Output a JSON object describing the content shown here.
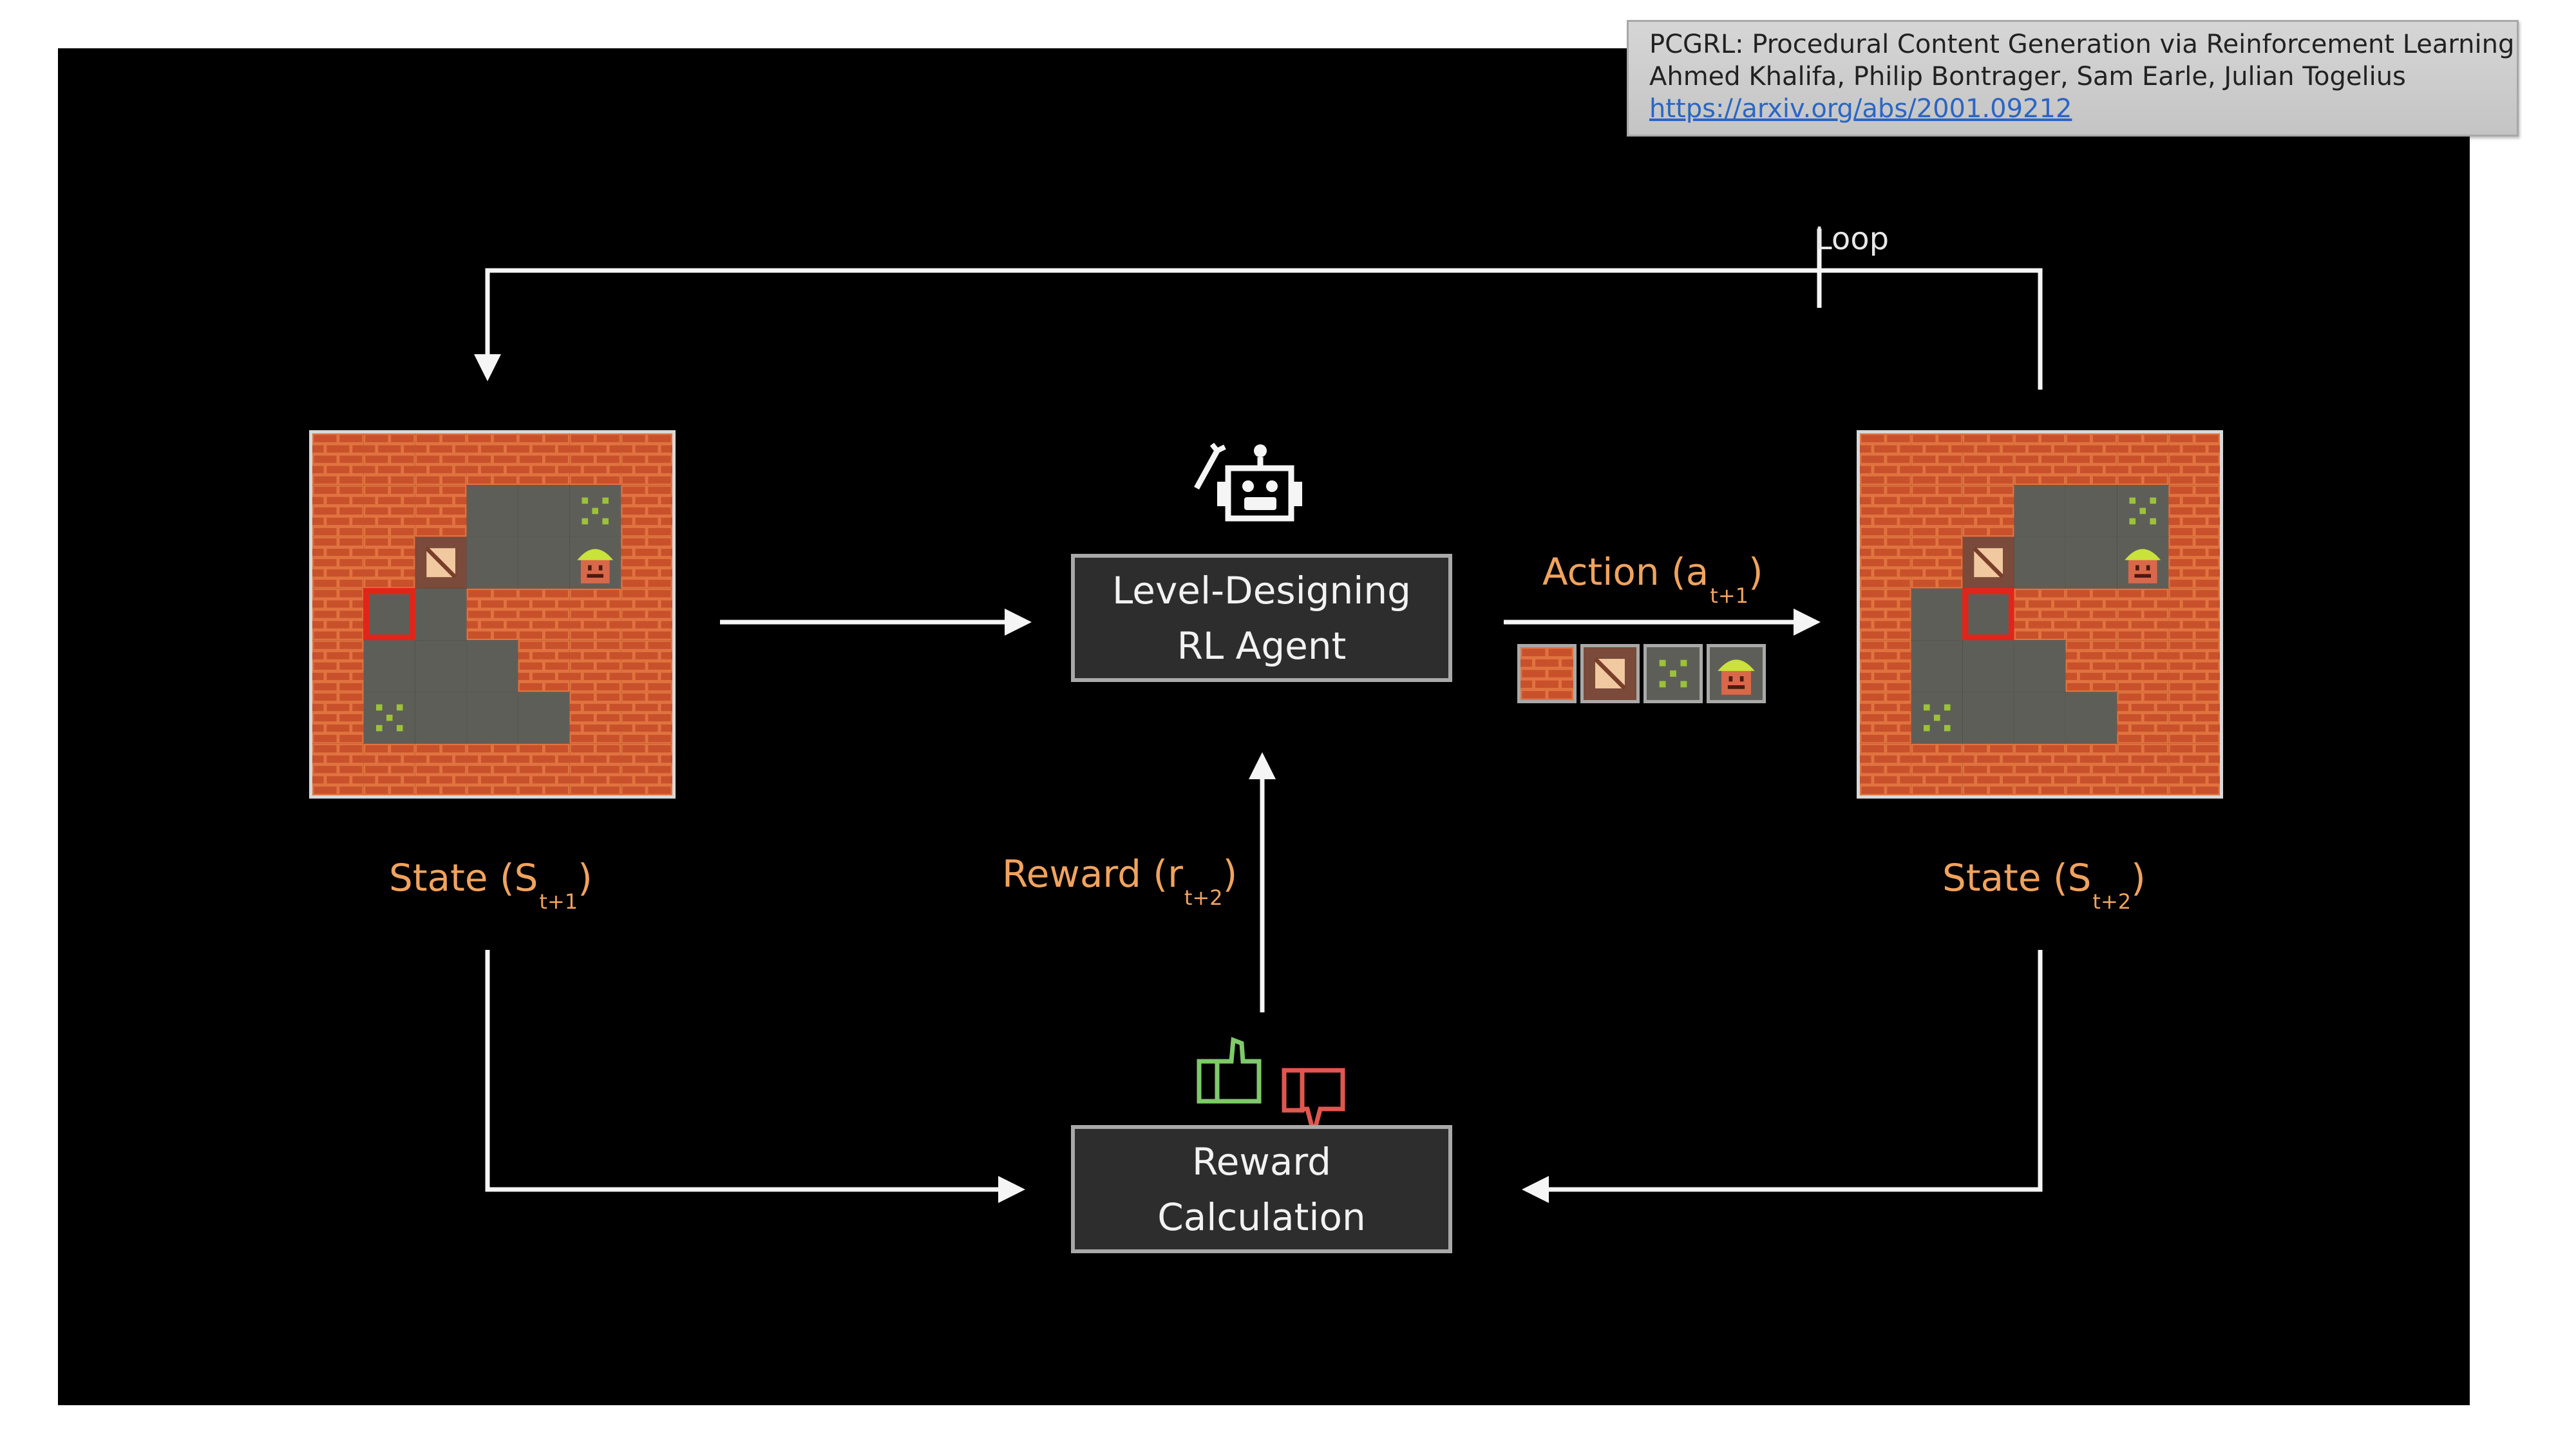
{
  "citation": {
    "title": "PCGRL: Procedural Content Generation via Reinforcement Learning",
    "authors": "Ahmed Khalifa, Philip Bontrager, Sam Earle, Julian Togelius",
    "link": "https://arxiv.org/abs/2001.09212"
  },
  "diagram": {
    "agent_box": {
      "line1": "Level-Designing",
      "line2": "RL Agent"
    },
    "reward_box": {
      "line1": "Reward",
      "line2": "Calculation"
    },
    "loop_label": "Loop",
    "state_left": {
      "text": "State (S",
      "sub": "t+1",
      "close": ")"
    },
    "state_right": {
      "text": "State (S",
      "sub": "t+2",
      "close": ")"
    },
    "reward_label": {
      "text": "Reward (r",
      "sub": "t+2",
      "close": ")"
    },
    "action_label": {
      "text": "Action (a",
      "sub": "t+1",
      "close": ")"
    },
    "icons": {
      "agent": "robot-with-wrench-icon",
      "reward_positive": "thumbs-up-icon",
      "reward_negative": "thumbs-down-icon"
    },
    "action_tiles": [
      "wall",
      "crate",
      "goal",
      "player"
    ]
  },
  "levels": {
    "legend": {
      "W": "wall",
      "F": "floor",
      "C": "crate",
      "G": "goal",
      "P": "player",
      "H": "highlighted-floor"
    },
    "left": [
      "WWWWWWW",
      "WWWFFGW",
      "WWCFFPW",
      "WHFWWWW",
      "WFFFWWW",
      "WGFFFWW",
      "WWWWWWW"
    ],
    "right": [
      "WWWWWWW",
      "WWWFFGW",
      "WWCFFPW",
      "WFHWWWW",
      "WFFFWWW",
      "WGFFFWW",
      "WWWWWWW"
    ]
  },
  "colors": {
    "background": "#000000",
    "box_fill": "#2d2d2e",
    "box_border": "#a9a9a9",
    "label_orange": "#f0a35e",
    "arrow": "#f5f5f5",
    "brick": "#c8512b",
    "mortar": "#e0733f",
    "floor": "#5e5e58",
    "highlight": "#e0261a",
    "thumbs_up": "#7fc96b",
    "thumbs_down": "#e0574f",
    "link": "#2a66c4"
  }
}
